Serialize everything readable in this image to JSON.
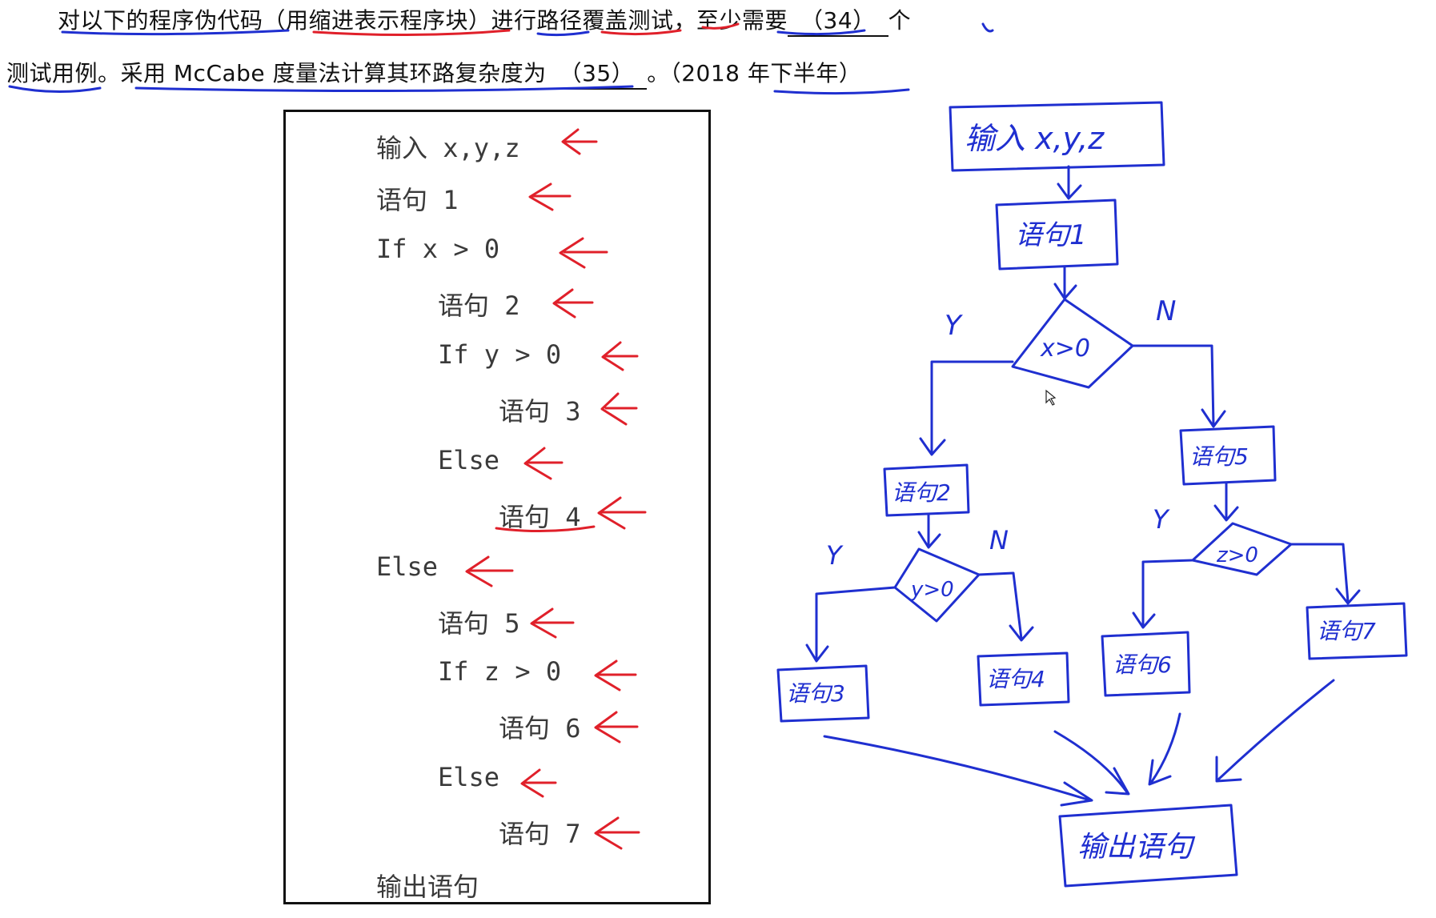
{
  "question": {
    "line1": {
      "prefix": "对以下的程序伪代码（用缩进表示程序块）进行路径覆盖测试，至少需要",
      "blank": "（34）",
      "suffix": "个"
    },
    "line2": {
      "prefix": "测试用例。采用 McCabe 度量法计算其环路复杂度为",
      "blank": "（35）",
      "suffix": "。（2018 年下半年）"
    }
  },
  "pseudocode": {
    "lines": [
      {
        "text": "输入 x,y,z",
        "indent": 0
      },
      {
        "text": "语句 1",
        "indent": 0
      },
      {
        "text": "If x > 0",
        "indent": 0
      },
      {
        "text": "语句 2",
        "indent": 1
      },
      {
        "text": "If y > 0",
        "indent": 1
      },
      {
        "text": "语句 3",
        "indent": 2
      },
      {
        "text": "Else",
        "indent": 1
      },
      {
        "text": "语句 4",
        "indent": 2
      },
      {
        "text": "Else",
        "indent": 0
      },
      {
        "text": "语句 5",
        "indent": 1
      },
      {
        "text": "If z > 0",
        "indent": 1
      },
      {
        "text": "语句 6",
        "indent": 2
      },
      {
        "text": "Else",
        "indent": 1
      },
      {
        "text": "语句 7",
        "indent": 2
      },
      {
        "text": "输出语句",
        "indent": 0
      }
    ]
  },
  "flowchart": {
    "nodes": {
      "input": "输入 x,y,z",
      "s1": "语句1",
      "d_x": "x>0",
      "s2": "语句2",
      "s5": "语句5",
      "d_y": "y>0",
      "d_z": "z>0",
      "s3": "语句3",
      "s4": "语句4",
      "s6": "语句6",
      "s7": "语句7",
      "output": "输出语句"
    },
    "labels": {
      "x_yes": "Y",
      "x_no": "N",
      "y_yes": "Y",
      "y_no": "N",
      "z_yes": "Y"
    }
  },
  "colors": {
    "ink_blue": "#1f2fd0",
    "ink_red": "#e0202a",
    "code_text": "#3a3a3a",
    "text": "#111111"
  }
}
